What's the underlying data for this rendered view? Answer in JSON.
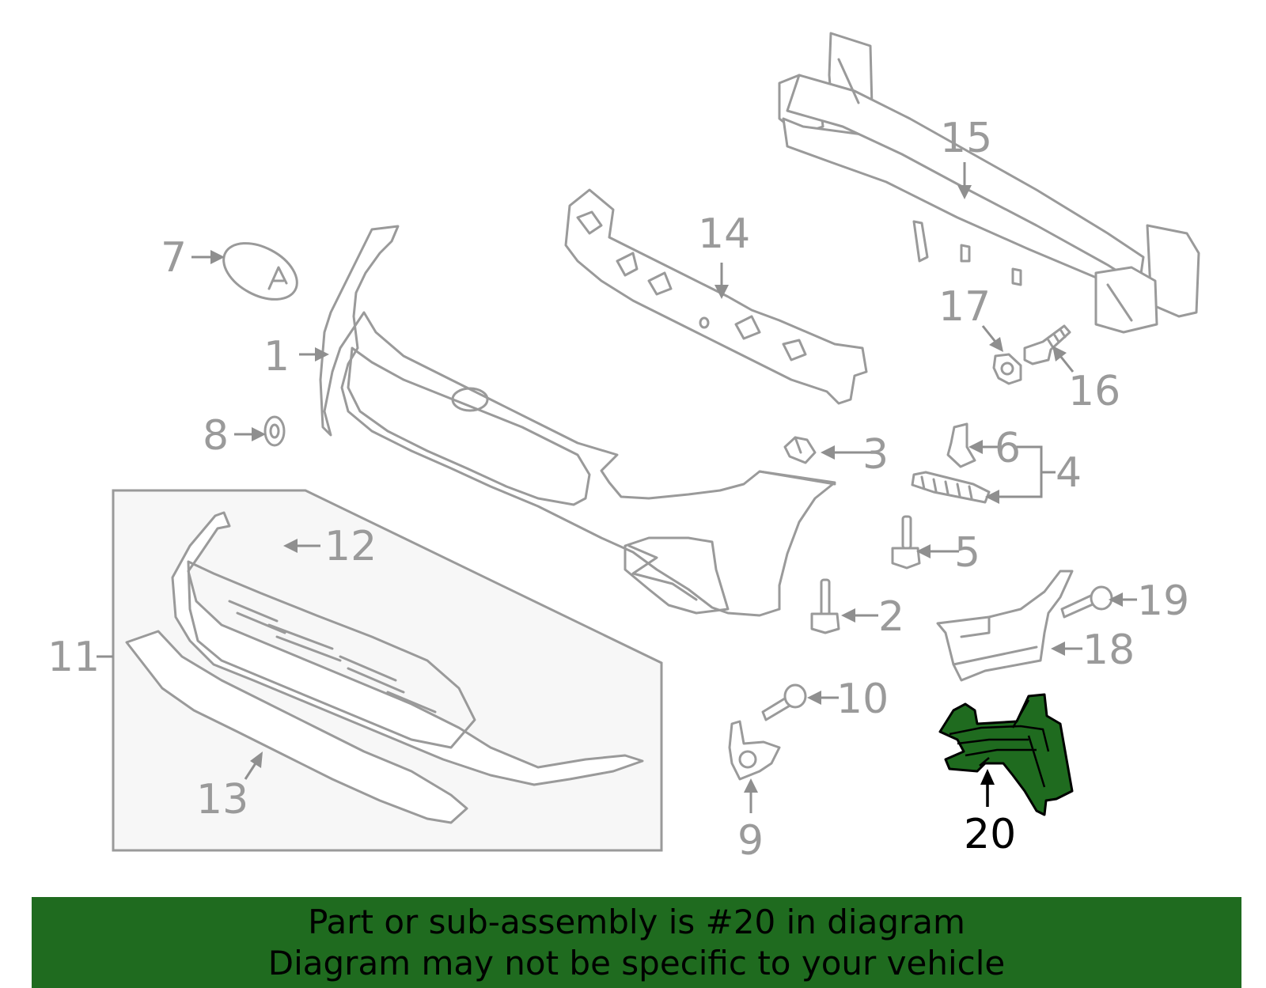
{
  "diagram": {
    "callouts": {
      "c1": "1",
      "c2": "2",
      "c3": "3",
      "c4": "4",
      "c5": "5",
      "c6": "6",
      "c7": "7",
      "c8": "8",
      "c9": "9",
      "c10": "10",
      "c11": "11",
      "c12": "12",
      "c13": "13",
      "c14": "14",
      "c15": "15",
      "c16": "16",
      "c17": "17",
      "c18": "18",
      "c19": "19",
      "c20": "20"
    },
    "highlighted_part": "20",
    "highlight_color": "#1f6b1f",
    "part_line_color": "#9a9a9a"
  },
  "banner": {
    "line1": "Part or sub-assembly is #20 in diagram",
    "line2": "Diagram may not be specific to your vehicle",
    "background": "#1f6b1f"
  }
}
